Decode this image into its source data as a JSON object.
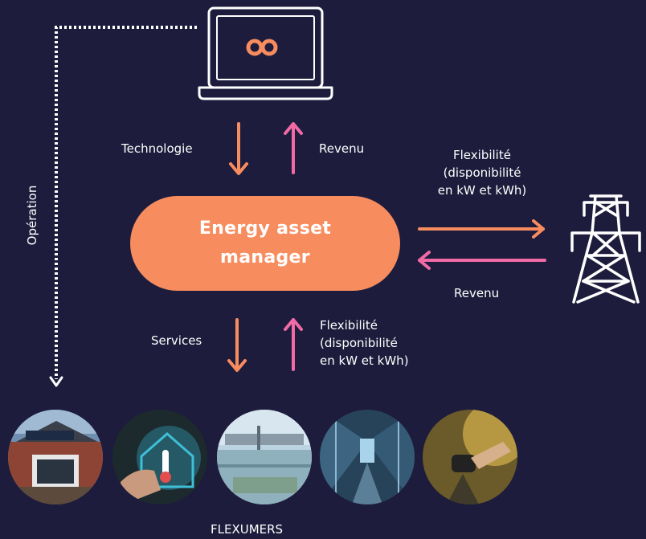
{
  "labels": {
    "technologie": "Technologie",
    "revenu_top": "Revenu",
    "flex_right_1": "Flexibilité",
    "flex_right_2": "(disponibilité",
    "flex_right_3": "en kW et kWh)",
    "revenu_right": "Revenu",
    "services": "Services",
    "flex_bottom_1": "Flexibilité",
    "flex_bottom_2": "(disponibilité",
    "flex_bottom_3": "en kW et kWh)",
    "operation": "Opération",
    "flexumers": "FLEXUMERS"
  },
  "center_box": {
    "line1": "Energy asset",
    "line2": "manager"
  },
  "colors": {
    "background": "#1d1c3c",
    "orange": "#f78c5e",
    "pink": "#f06ba5",
    "white": "#ffffff"
  },
  "icons": [
    "laptop-icon",
    "infinity-logo-icon",
    "power-tower-icon"
  ],
  "flexumer_images": [
    "house-solar-panels",
    "smart-thermostat",
    "water-treatment-plant",
    "data-center",
    "ev-charging"
  ]
}
